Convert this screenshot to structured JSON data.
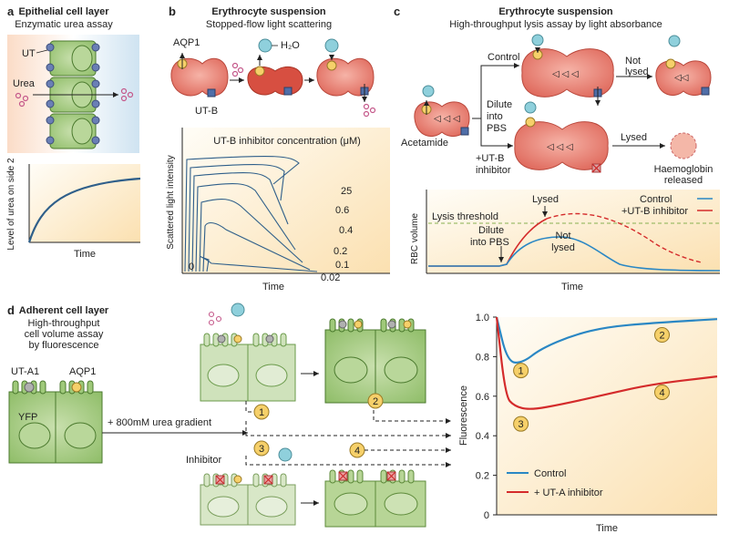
{
  "colors": {
    "cell_green": "#9fc97a",
    "cell_green_dark": "#5d8a3a",
    "cell_green_light": "#d8e7c7",
    "rbc": "#e8796b",
    "rbc_dark": "#c94f42",
    "plot_bg": "#fbe8c6",
    "curve_blue": "#2f5f8a",
    "control_blue": "#2a87c4",
    "inhibitor_red": "#d42b2b",
    "yellow_circle": "#f6d06a",
    "cyan_ball": "#8fd0dc",
    "pink_urea": "#d77aa6",
    "transporter_blue": "#4f6ea8"
  },
  "panel_a": {
    "letter": "a",
    "title": "Epithelial cell layer",
    "subtitle": "Enzymatic urea assay",
    "label_ut": "UT",
    "label_urea": "Urea",
    "plot_ylabel": "Level of urea on side 2",
    "plot_xlabel": "Time"
  },
  "panel_b": {
    "letter": "b",
    "title": "Erythrocyte suspension",
    "subtitle": "Stopped-flow light scattering",
    "label_aqp1": "AQP1",
    "label_water": "H₂O",
    "label_utb": "UT-B",
    "plot_title": "UT-B inhibitor concentration (μM)",
    "plot_ylabel": "Scattered light intensity",
    "plot_xlabel": "Time",
    "curve_labels": [
      "25",
      "0.6",
      "0.4",
      "0.2",
      "0.1",
      "0.02",
      "0"
    ]
  },
  "panel_c": {
    "letter": "c",
    "title": "Erythrocyte suspension",
    "subtitle": "High-throughput lysis assay by light absorbance",
    "label_control": "Control",
    "label_dilute": "Dilute into PBS",
    "label_utb_inhibitor": "+UT-B inhibitor",
    "label_acetamide": "Acetamide",
    "label_not_lysed": "Not lysed",
    "label_lysed": "Lysed",
    "label_haemoglobin": "Haemoglobin released",
    "plot_lysis_threshold": "Lysis threshold",
    "plot_lysed": "Lysed",
    "plot_dilute": "Dilute into PBS",
    "plot_not_lysed": "Not lysed",
    "plot_ylabel": "RBC volume",
    "plot_xlabel": "Time",
    "legend": [
      {
        "name": "Control",
        "color": "#2a87c4",
        "dash": false
      },
      {
        "name": "+UT-B inhibitor",
        "color": "#d42b2b",
        "dash": false
      }
    ]
  },
  "panel_d": {
    "letter": "d",
    "title": "Adherent cell layer",
    "subtitle_lines": [
      "High-throughput",
      "cell volume assay",
      "by fluorescence"
    ],
    "label_uta1": "UT-A1",
    "label_aqp1": "AQP1",
    "label_yfp": "YFP",
    "label_gradient": "+ 800mM urea gradient",
    "label_inhibitor": "Inhibitor",
    "steps": [
      "1",
      "2",
      "3",
      "4"
    ]
  },
  "chart_data": {
    "type": "line",
    "ylabel": "Fluorescence",
    "xlabel": "Time",
    "ylim": [
      0,
      1.0
    ],
    "yticks": [
      "0",
      "0.2",
      "0.4",
      "0.6",
      "0.8",
      "1.0"
    ],
    "legend": [
      "Control",
      "+ UT-A inhibitor"
    ],
    "series": [
      {
        "name": "Control",
        "color": "#2a87c4",
        "points": [
          [
            0,
            1.0
          ],
          [
            0.05,
            0.77
          ],
          [
            0.12,
            0.77
          ],
          [
            0.2,
            0.84
          ],
          [
            0.35,
            0.91
          ],
          [
            0.5,
            0.95
          ],
          [
            0.7,
            0.97
          ],
          [
            1.0,
            0.99
          ]
        ]
      },
      {
        "name": "+ UT-A inhibitor",
        "color": "#d42b2b",
        "points": [
          [
            0,
            1.0
          ],
          [
            0.04,
            0.6
          ],
          [
            0.08,
            0.55
          ],
          [
            0.15,
            0.53
          ],
          [
            0.3,
            0.56
          ],
          [
            0.5,
            0.61
          ],
          [
            0.7,
            0.66
          ],
          [
            1.0,
            0.7
          ]
        ]
      }
    ],
    "annotations": [
      {
        "label": "1",
        "x": 0.11,
        "y": 0.73
      },
      {
        "label": "2",
        "x": 0.75,
        "y": 0.91
      },
      {
        "label": "3",
        "x": 0.11,
        "y": 0.46
      },
      {
        "label": "4",
        "x": 0.75,
        "y": 0.62
      }
    ]
  }
}
